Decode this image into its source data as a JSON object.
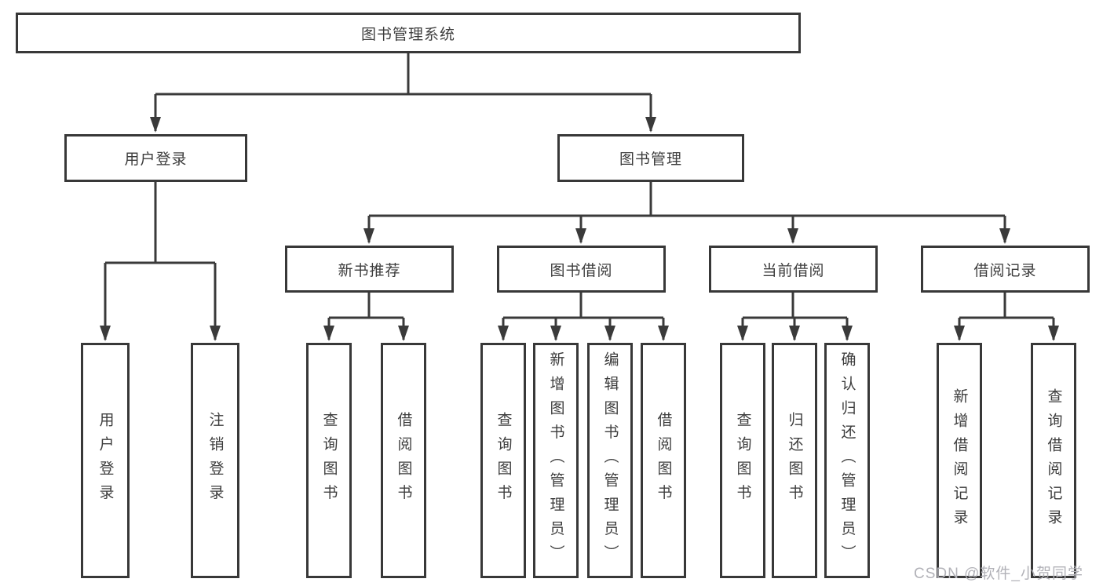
{
  "title": "图书管理系统",
  "colors": {
    "line": "#3a3a3a",
    "box_border": "#383838",
    "text": "#3d3d3d",
    "background": "#ffffff",
    "watermark": "#b2b2b8"
  },
  "watermark": {
    "text": "CSDN @软件_小贺同学"
  },
  "tree": {
    "root": {
      "label": "图书管理系统"
    },
    "level2": [
      {
        "label": "用户登录"
      },
      {
        "label": "图书管理"
      }
    ],
    "level3": [
      {
        "label": "新书推荐"
      },
      {
        "label": "图书借阅"
      },
      {
        "label": "当前借阅"
      },
      {
        "label": "借阅记录"
      }
    ],
    "leaves": {
      "user_login": [
        {
          "label": "用户登录"
        },
        {
          "label": "注销登录"
        }
      ],
      "new_books": [
        {
          "label": "查询图书"
        },
        {
          "label": "借阅图书"
        }
      ],
      "book_borrow": [
        {
          "label": "查询图书"
        },
        {
          "label": "新增图书（管理员）"
        },
        {
          "label": "编辑图书（管理员）"
        },
        {
          "label": "借阅图书"
        }
      ],
      "current_borrow": [
        {
          "label": "查询图书"
        },
        {
          "label": "归还图书"
        },
        {
          "label": "确认归还（管理员）"
        }
      ],
      "borrow_records": [
        {
          "label": "新增借阅记录"
        },
        {
          "label": "查询借阅记录"
        }
      ]
    }
  }
}
